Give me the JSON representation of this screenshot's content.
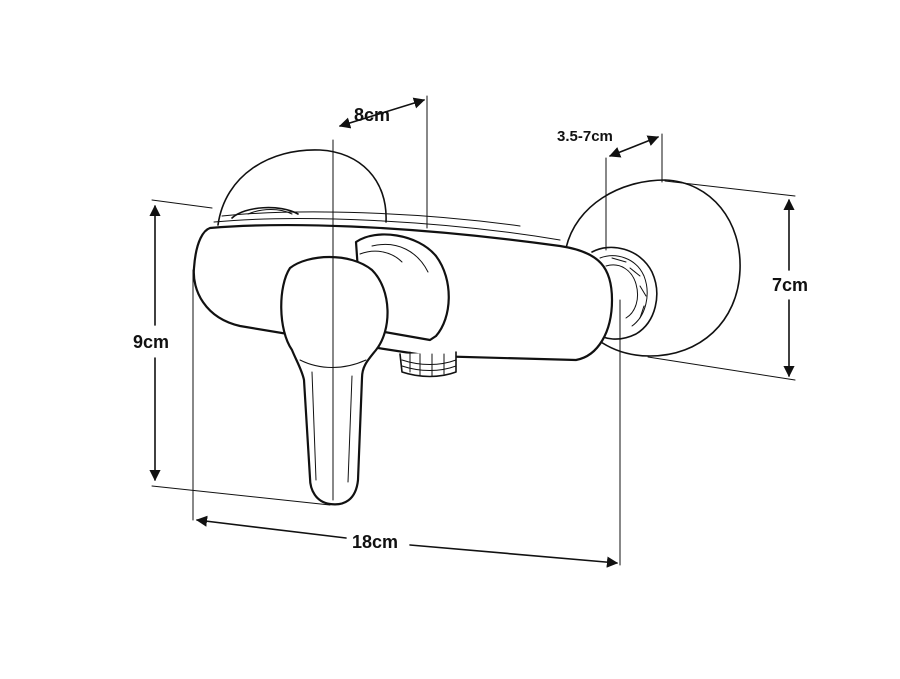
{
  "dimensions": {
    "depth_label": "8cm",
    "wall_distance_label": "3.5-7cm",
    "height_label": "9cm",
    "rosette_label": "7cm",
    "width_label": "18cm"
  },
  "colors": {
    "line": "#111111",
    "background": "#ffffff"
  }
}
